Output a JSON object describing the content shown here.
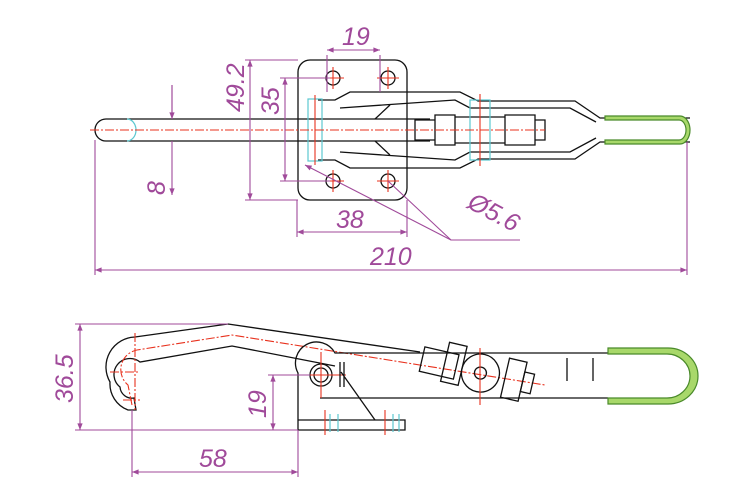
{
  "title": "Latch clamp technical drawing",
  "colors": {
    "outline": "#111111",
    "centerline": "#e8321e",
    "dimension": "#a04a9a",
    "handle_grip": "#a8d86a",
    "hidden": "#5cc8d0"
  },
  "top_view": {
    "dimensions": {
      "hole_spacing_x": "19",
      "plate_height": "49.2",
      "hole_spacing_y": "35",
      "rod_diameter": "8",
      "plate_width": "38",
      "hole_diameter": "Ø5.6",
      "overall_length": "210"
    }
  },
  "side_view": {
    "dimensions": {
      "height": "36.5",
      "pivot_height": "19",
      "hook_offset": "58"
    }
  }
}
